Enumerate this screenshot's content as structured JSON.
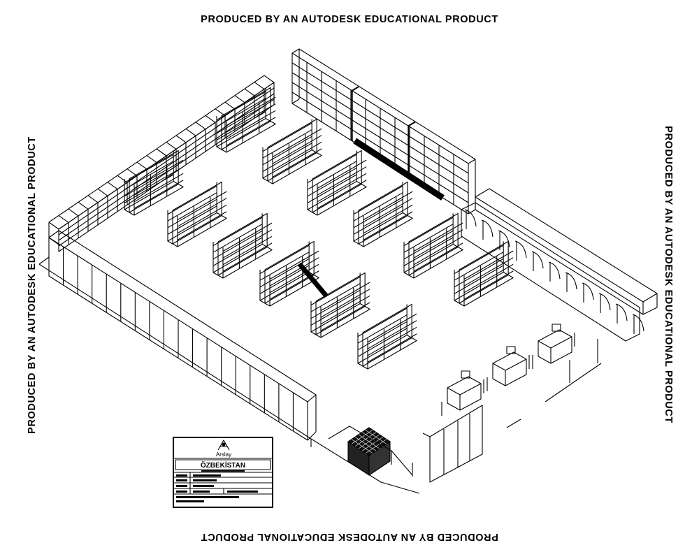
{
  "watermark": {
    "top": "PRODUCED BY AN AUTODESK EDUCATIONAL PRODUCT",
    "bottom": "PRODUCED BY AN AUTODESK EDUCATIONAL PRODUCT",
    "left": "PRODUCED BY AN AUTODESK EDUCATIONAL PRODUCT",
    "right": "PRODUCED BY AN AUTODESK EDUCATIONAL PRODUCT"
  },
  "title_block": {
    "logo_text": "Arslay",
    "title": "ÖZBEKİSTAN"
  }
}
